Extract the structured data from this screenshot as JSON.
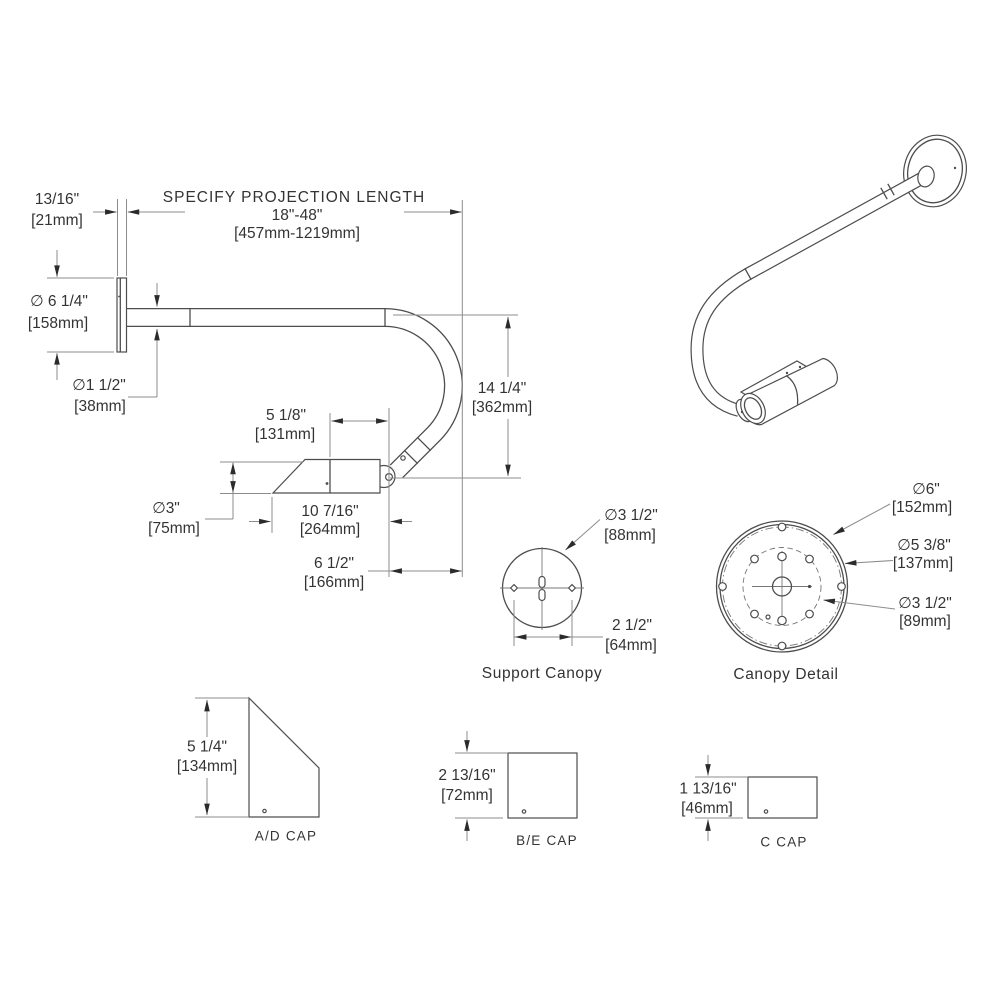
{
  "projection": {
    "line1": "SPECIFY PROJECTION LENGTH",
    "line2": "18\"-48\"",
    "line3": "[457mm-1219mm]"
  },
  "dims": {
    "plate_thickness": {
      "in": "13/16\"",
      "mm": "[21mm]"
    },
    "backplate_dia": {
      "in": "∅ 6 1/4\"",
      "mm": "[158mm]"
    },
    "arm_dia": {
      "in": "∅1 1/2\"",
      "mm": "[38mm]"
    },
    "head_front": {
      "in": "5 1/8\"",
      "mm": "[131mm]"
    },
    "drop": {
      "in": "14 1/4\"",
      "mm": "[362mm]"
    },
    "head_dia": {
      "in": "∅3\"",
      "mm": "[75mm]"
    },
    "head_length": {
      "in": "10 7/16\"",
      "mm": "[264mm]"
    },
    "head_offset": {
      "in": "6 1/2\"",
      "mm": "[166mm]"
    }
  },
  "support_canopy": {
    "label": "Support Canopy",
    "dia": {
      "in": "∅3 1/2\"",
      "mm": "[88mm]"
    },
    "hole_spacing": {
      "in": "2 1/2\"",
      "mm": "[64mm]"
    }
  },
  "canopy_detail": {
    "label": "Canopy Detail",
    "outer_dia": {
      "in": "∅6\"",
      "mm": "[152mm]"
    },
    "bolt_circle_dia": {
      "in": "∅5 3/8\"",
      "mm": "[137mm]"
    },
    "inner_circle_dia": {
      "in": "∅3 1/2\"",
      "mm": "[89mm]"
    }
  },
  "caps": {
    "ad": {
      "label": "A/D CAP",
      "height": {
        "in": "5 1/4\"",
        "mm": "[134mm]"
      }
    },
    "be": {
      "label": "B/E CAP",
      "height": {
        "in": "2 13/16\"",
        "mm": "[72mm]"
      }
    },
    "c": {
      "label": "C CAP",
      "height": {
        "in": "1 13/16\"",
        "mm": "[46mm]"
      }
    }
  }
}
